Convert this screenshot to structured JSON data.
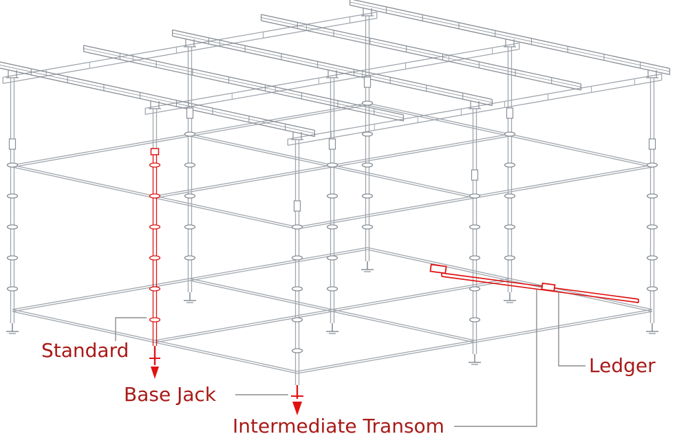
{
  "diagram": {
    "labels": {
      "standard": "Standard",
      "base_jack": "Base Jack",
      "intermediate_transom": "Intermediate Transom",
      "ledger": "Ledger"
    },
    "colors": {
      "highlight": "#e01212",
      "label_text": "#a81a17",
      "structure_line": "#a0a6ad",
      "structure_line_dark": "#878d94",
      "leader_line": "#8c8c8c",
      "background": "#ffffff"
    }
  }
}
